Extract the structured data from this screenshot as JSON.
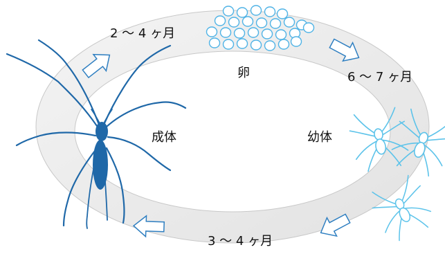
{
  "stages": {
    "egg": "卵",
    "larva": "幼体",
    "adult": "成体"
  },
  "durations": {
    "egg_to_larva": "6 ～ 7 ヶ月",
    "larva_to_adult": "3 ～ 4 ヶ月",
    "adult_to_egg": "2 ～ 4 ヶ月"
  },
  "colors": {
    "ring_fill": "#ececec",
    "ring_edge": "#c8c8c8",
    "arrow_stroke": "#2f7fc1",
    "adult_spider": "#1f68a8",
    "larva_spider": "#5cc3ea",
    "egg_stroke": "#4fb3e6"
  },
  "icons": {
    "adult": "adult-spider-icon",
    "larva": "larva-spider-icon",
    "egg": "egg-cluster-icon",
    "arrow": "cycle-arrow-icon"
  }
}
